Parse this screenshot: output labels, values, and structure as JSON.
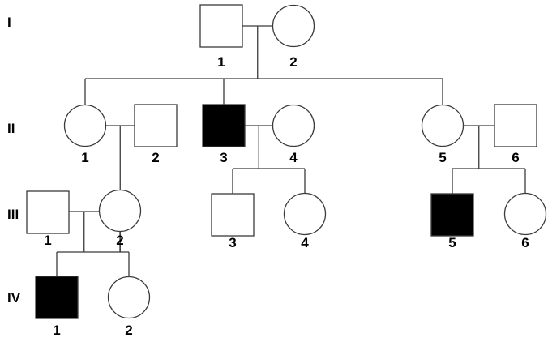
{
  "diagram": {
    "type": "pedigree",
    "colors": {
      "affected": "#000000",
      "unaffected": "#ffffff",
      "line": "#3a3a3a"
    },
    "generations": [
      {
        "id": "I",
        "label": "I"
      },
      {
        "id": "II",
        "label": "II"
      },
      {
        "id": "III",
        "label": "III"
      },
      {
        "id": "IV",
        "label": "IV"
      }
    ],
    "individuals": [
      {
        "id": "I-1",
        "generation": "I",
        "number": "1",
        "sex": "male",
        "affected": false
      },
      {
        "id": "I-2",
        "generation": "I",
        "number": "2",
        "sex": "female",
        "affected": false
      },
      {
        "id": "II-1",
        "generation": "II",
        "number": "1",
        "sex": "female",
        "affected": false
      },
      {
        "id": "II-2",
        "generation": "II",
        "number": "2",
        "sex": "male",
        "affected": false
      },
      {
        "id": "II-3",
        "generation": "II",
        "number": "3",
        "sex": "male",
        "affected": true
      },
      {
        "id": "II-4",
        "generation": "II",
        "number": "4",
        "sex": "female",
        "affected": false
      },
      {
        "id": "II-5",
        "generation": "II",
        "number": "5",
        "sex": "female",
        "affected": false
      },
      {
        "id": "II-6",
        "generation": "II",
        "number": "6",
        "sex": "male",
        "affected": false
      },
      {
        "id": "III-1",
        "generation": "III",
        "number": "1",
        "sex": "male",
        "affected": false
      },
      {
        "id": "III-2",
        "generation": "III",
        "number": "2",
        "sex": "female",
        "affected": false
      },
      {
        "id": "III-3",
        "generation": "III",
        "number": "3",
        "sex": "male",
        "affected": false
      },
      {
        "id": "III-4",
        "generation": "III",
        "number": "4",
        "sex": "female",
        "affected": false
      },
      {
        "id": "III-5",
        "generation": "III",
        "number": "5",
        "sex": "male",
        "affected": true
      },
      {
        "id": "III-6",
        "generation": "III",
        "number": "6",
        "sex": "female",
        "affected": false
      },
      {
        "id": "IV-1",
        "generation": "IV",
        "number": "1",
        "sex": "male",
        "affected": true
      },
      {
        "id": "IV-2",
        "generation": "IV",
        "number": "2",
        "sex": "female",
        "affected": false
      }
    ],
    "matings": [
      {
        "partners": [
          "I-1",
          "I-2"
        ],
        "children": [
          "II-1",
          "II-3",
          "II-5"
        ]
      },
      {
        "partners": [
          "II-1",
          "II-2"
        ],
        "children": [
          "III-2"
        ]
      },
      {
        "partners": [
          "II-3",
          "II-4"
        ],
        "children": [
          "III-3",
          "III-4"
        ]
      },
      {
        "partners": [
          "II-5",
          "II-6"
        ],
        "children": [
          "III-5",
          "III-6"
        ]
      },
      {
        "partners": [
          "III-1",
          "III-2"
        ],
        "children": [
          "IV-1",
          "IV-2"
        ]
      }
    ]
  }
}
